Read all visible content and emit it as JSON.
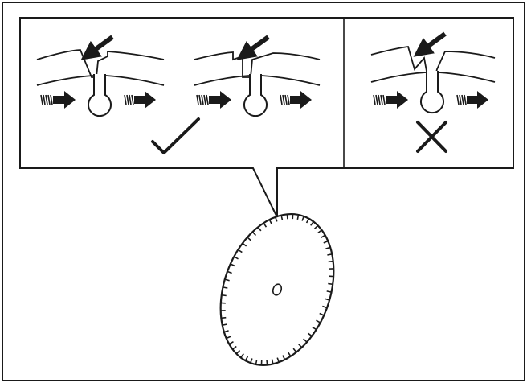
{
  "figure": {
    "panels": [
      {
        "id": "correct-1",
        "verdict": "correct"
      },
      {
        "id": "correct-2",
        "verdict": "correct"
      },
      {
        "id": "incorrect-1",
        "verdict": "incorrect"
      }
    ],
    "marks": {
      "correct": "check-mark-icon",
      "incorrect": "cross-mark-icon"
    },
    "blade": {
      "icon": "diamond-saw-blade-icon",
      "segment_count": 60
    },
    "colors": {
      "line": "#1a1a1a",
      "background": "#ffffff"
    }
  }
}
